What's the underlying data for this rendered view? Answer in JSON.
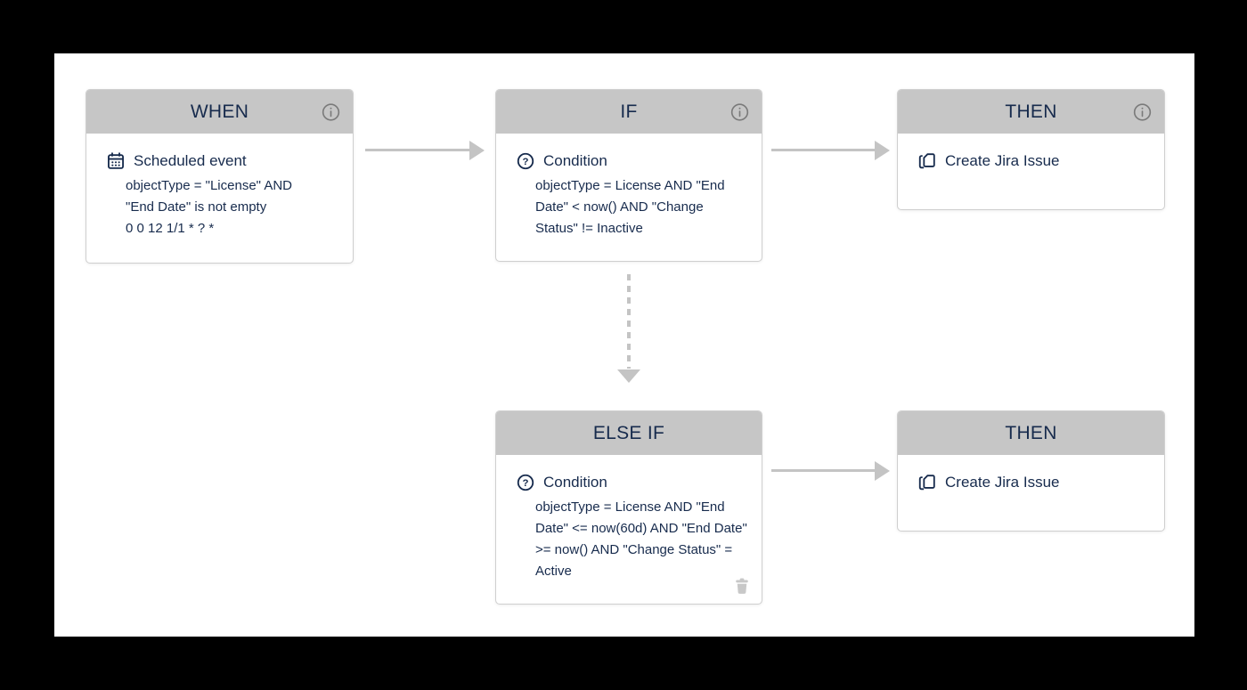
{
  "colors": {
    "canvas_bg": "#000000",
    "surface_bg": "#ffffff",
    "card_header_bg": "#c6c6c6",
    "card_border": "#cfcfcf",
    "text_navy": "#172b4d",
    "arrow_gray": "#c4c4c4",
    "info_icon_gray": "#7a7a7a",
    "trash_icon_gray": "#c8c8c8"
  },
  "icons": {
    "info": "info-icon",
    "scheduled_event": "calendar-icon",
    "condition": "question-mark-icon",
    "create_jira_issue": "copy-document-icon",
    "delete": "trash-icon"
  },
  "workflow": {
    "when": {
      "title": "WHEN",
      "event_label": "Scheduled event",
      "query": "objectType = \"License\" AND \"End Date\" is not empty",
      "cron": "0 0 12 1/1 * ? *"
    },
    "if": {
      "title": "IF",
      "condition_label": "Condition",
      "query": "objectType = License AND \"End Date\" < now() AND \"Change Status\" != Inactive"
    },
    "then_top": {
      "title": "THEN",
      "action_label": "Create Jira Issue"
    },
    "else_if": {
      "title": "ELSE IF",
      "condition_label": "Condition",
      "query": "objectType = License AND \"End Date\" <= now(60d) AND \"End Date\" >= now() AND \"Change Status\" = Active"
    },
    "then_bottom": {
      "title": "THEN",
      "action_label": "Create Jira Issue"
    }
  }
}
